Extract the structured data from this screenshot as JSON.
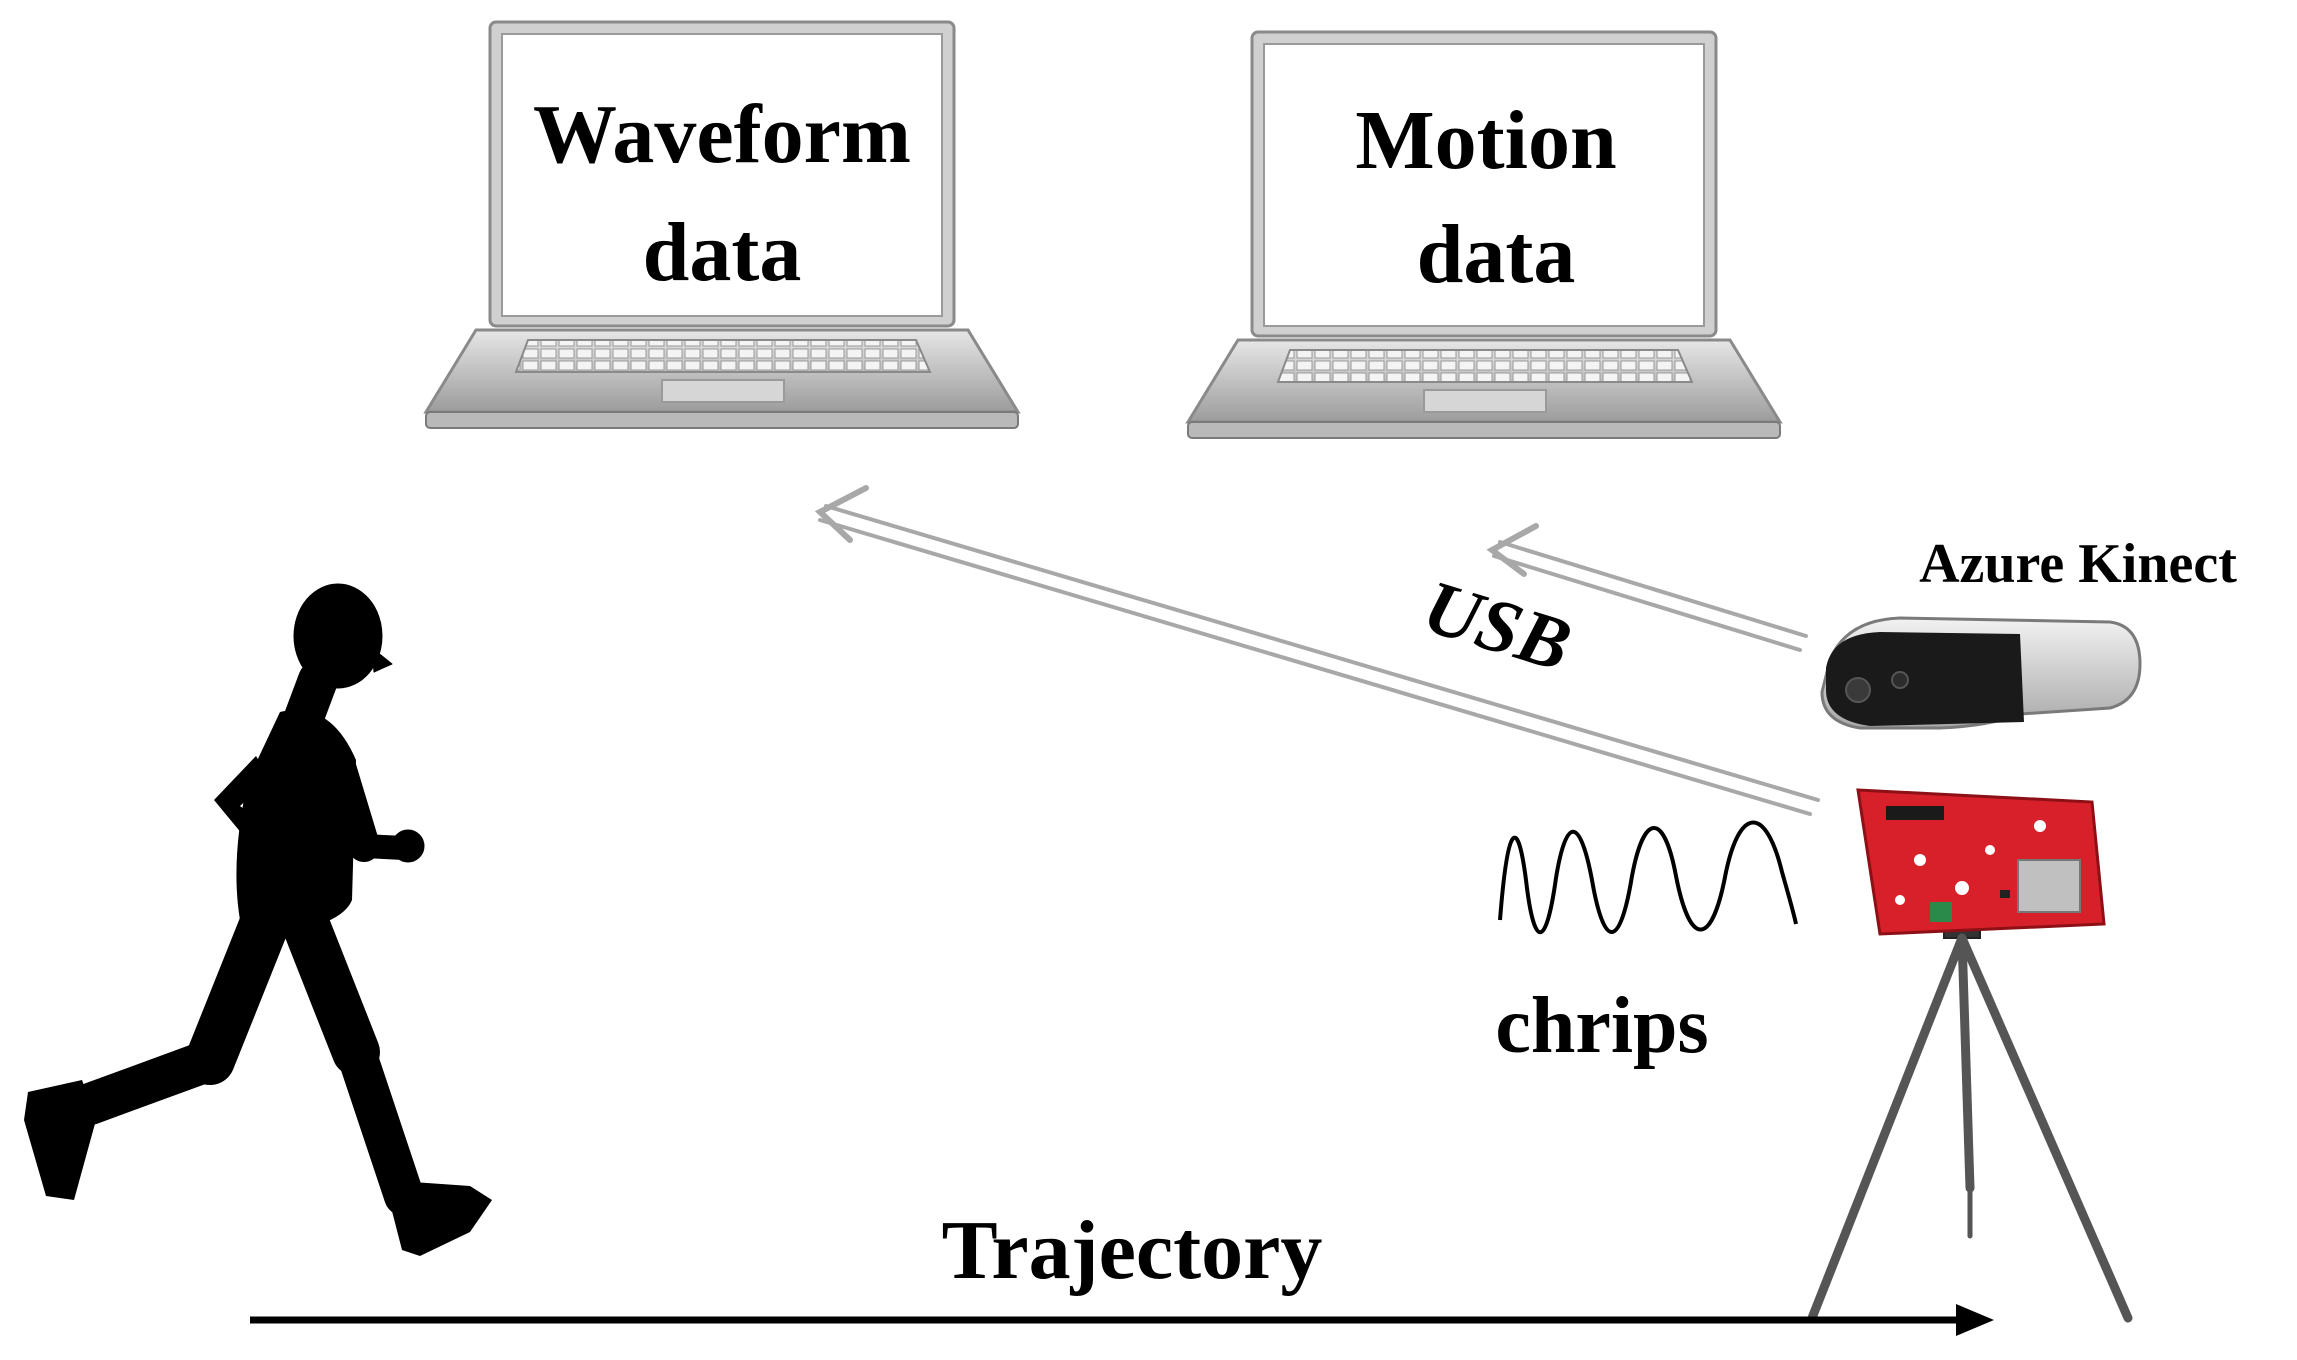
{
  "laptops": [
    {
      "line1": "Waveform",
      "line2": "data"
    },
    {
      "line1": "Motion",
      "line2": "data"
    }
  ],
  "labels": {
    "usb": "USB",
    "azure": "Azure Kinect",
    "chrips": "chrips",
    "trajectory": "Trajectory"
  },
  "colors": {
    "ink": "#000000",
    "laptop_body": "#c9c9c9",
    "laptop_edge": "#8a8a8a",
    "cable": "#a8a8a8",
    "radar_board": "#d8202a",
    "kinect_body": "#d9d9d9",
    "kinect_face": "#1a1a1a",
    "tripod": "#555555"
  }
}
